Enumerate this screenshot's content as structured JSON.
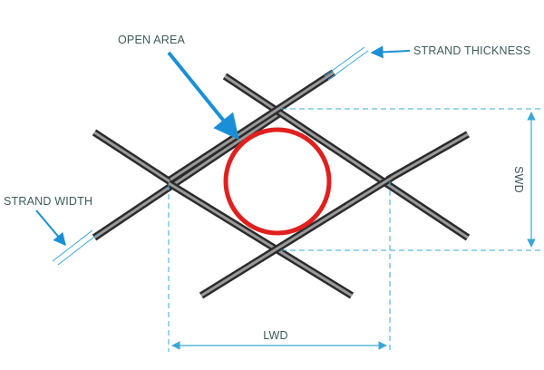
{
  "labels": {
    "open_area": "OPEN AREA",
    "strand_thickness": "STRAND THICKNESS",
    "strand_width": "STRAND WIDTH",
    "swd": "SWD",
    "lwd": "LWD"
  },
  "colors": {
    "strand_outline": "#2b2b2b",
    "strand_fill": "#9a9a9a",
    "open_area_circle": "#e0201e",
    "pointer_arrow": "#1b8fd6",
    "dimension_line": "#3aa7d8",
    "label_text": "#3f5a5a"
  }
}
